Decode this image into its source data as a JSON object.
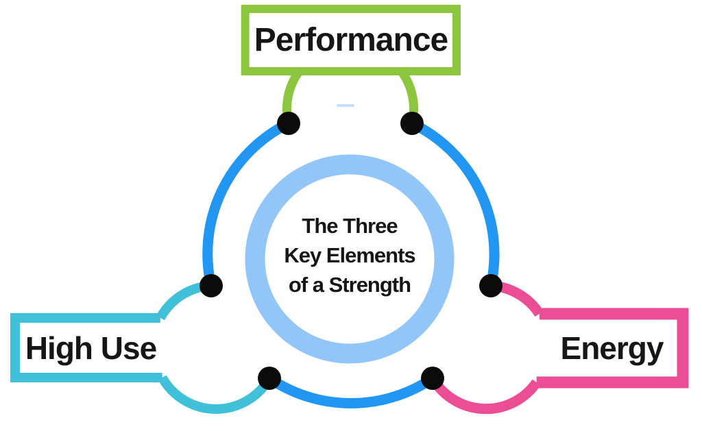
{
  "diagram": {
    "center_title_lines": [
      "The Three",
      "Key Elements",
      "of a Strength"
    ],
    "nodes": [
      {
        "label": "Performance",
        "color": "#8CC63F",
        "position": "top"
      },
      {
        "label": "High Use",
        "color": "#41C1D9",
        "position": "left"
      },
      {
        "label": "Energy",
        "color": "#EC4E96",
        "position": "right"
      }
    ],
    "colors": {
      "connector_circle_blue": "#2196F3",
      "inner_ring_blue": "#92C5F8",
      "junction_dot_black": "#0B0B0B",
      "background": "#FFFFFF"
    }
  }
}
